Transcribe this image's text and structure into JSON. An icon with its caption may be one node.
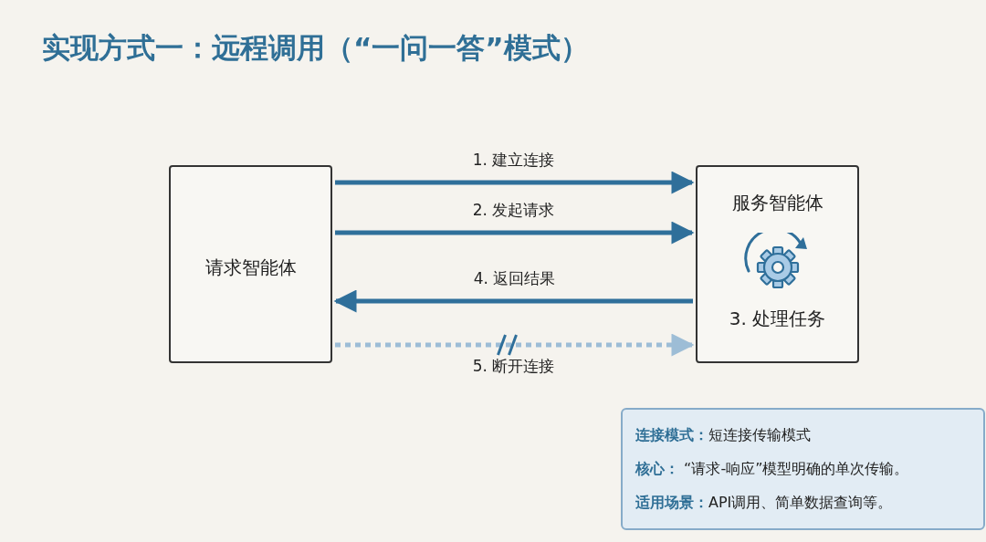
{
  "diagram": {
    "title": "实现方式一：远程调用（“一问一答”模式）",
    "nodes": [
      {
        "text": [
          "请求智能体"
        ]
      },
      {
        "text": [
          "服务智能体",
          "3. 处理任务"
        ]
      },
      {
        "text": [
          "**连接模式：**短连接传输模式",
          "**核心：** “请求-响应”模型明确的单次传输。",
          "**适用场景：**API调用、简单数据查询等。"
        ]
      }
    ],
    "edges": [
      {
        "from": 0,
        "to": 1,
        "arrow": "to",
        "label": "1. 建立连接"
      },
      {
        "from": 0,
        "to": 1,
        "arrow": "to",
        "label": "2. 发起请求"
      },
      {
        "from": 1,
        "to": 0,
        "arrow": "to",
        "label": "4. 返回结果"
      },
      {
        "from": 0,
        "to": 1,
        "arrow": "to",
        "label": "5. 断开连接",
        "style": "dashed",
        "color": "#9dbdd6"
      }
    ]
  }
}
